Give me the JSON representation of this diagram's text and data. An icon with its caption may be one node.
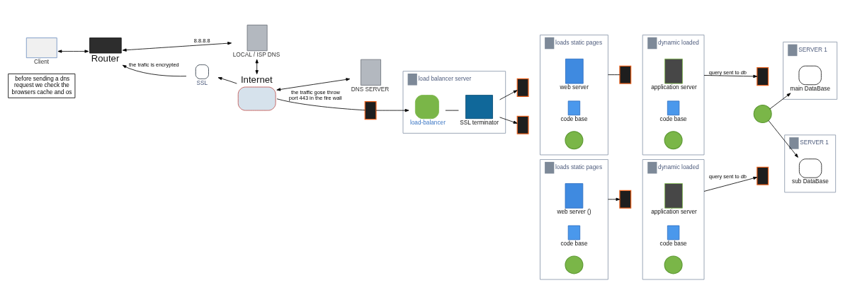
{
  "diagram": {
    "nodes": [
      {
        "text": [
          "before sending a dns request we check the browsers cache and os"
        ]
      },
      {
        "text": [
          "Client"
        ]
      },
      {
        "text": [
          "Router"
        ]
      },
      {
        "text": [
          "LOCAL / ISP DNS"
        ]
      },
      {
        "text": [
          "DNS SERVER"
        ]
      },
      {
        "text": [
          "Internet"
        ]
      },
      {
        "text": [
          "SSL"
        ]
      },
      {
        "text": [
          "load balancer server"
        ]
      },
      {
        "text": [],
        "shape": "box"
      },
      {
        "text": [
          "load-balancer"
        ],
        "in": 7
      },
      {
        "text": [
          "SSL terminator"
        ],
        "in": 7
      },
      {
        "text": [],
        "shape": "box"
      },
      {
        "text": [
          "loads static pages"
        ]
      },
      {
        "text": [
          "web server"
        ],
        "in": 12
      },
      {
        "text": [
          "code base"
        ],
        "in": 12
      },
      {
        "text": [],
        "shape": "circle",
        "in": 12
      },
      {
        "text": [],
        "shape": "box"
      },
      {
        "text": [
          "dynamic loaded"
        ]
      },
      {
        "text": [
          "application server"
        ],
        "in": 17
      },
      {
        "text": [
          "code base"
        ],
        "in": 17
      },
      {
        "text": [],
        "shape": "circle",
        "in": 17
      },
      {
        "text": [],
        "shape": "box"
      },
      {
        "text": [
          "SERVER 1"
        ]
      },
      {
        "text": [
          "main DataBase"
        ],
        "in": 22
      },
      {
        "text": [],
        "shape": "circle"
      },
      {
        "text": [],
        "shape": "box"
      },
      {
        "text": [
          "loads static pages"
        ]
      },
      {
        "text": [
          "web server ()"
        ],
        "in": 26
      },
      {
        "text": [
          "code base"
        ],
        "in": 26
      },
      {
        "text": [],
        "shape": "circle",
        "in": 26
      },
      {
        "text": [],
        "shape": "box"
      },
      {
        "text": [
          "dynamic loaded"
        ]
      },
      {
        "text": [
          "application server"
        ],
        "in": 31
      },
      {
        "text": [
          "code base"
        ],
        "in": 31
      },
      {
        "text": [],
        "shape": "circle",
        "in": 31
      },
      {
        "text": [],
        "shape": "box"
      },
      {
        "text": [
          "SERVER 1"
        ]
      },
      {
        "text": [
          "sub DataBase"
        ],
        "in": 36
      }
    ],
    "edges": [
      {
        "from": 1,
        "to": 2,
        "arrow": "both"
      },
      {
        "from": 2,
        "to": 3,
        "arrow": "both",
        "label": "8.8.8.8"
      },
      {
        "from": 3,
        "to": 5,
        "arrow": "both"
      },
      {
        "from": 5,
        "to": 4,
        "arrow": "both"
      },
      {
        "from": 5,
        "to": 6,
        "arrow": "to"
      },
      {
        "from": 6,
        "to": 2,
        "arrow": "to",
        "label": "the trafic is encrypted"
      },
      {
        "from": 5,
        "to": 8,
        "arrow": "none",
        "label": "the traffic gose throw port 443 in the fire wall"
      },
      {
        "from": 8,
        "to": 9,
        "arrow": "to"
      },
      {
        "from": 9,
        "to": 10,
        "arrow": "none"
      },
      {
        "from": 10,
        "to": 11,
        "arrow": "to"
      },
      {
        "from": 10,
        "to": 25,
        "arrow": "to"
      },
      {
        "from": 12,
        "to": 16,
        "arrow": "none"
      },
      {
        "from": 17,
        "to": 21,
        "arrow": "to",
        "label": "query sent to db"
      },
      {
        "from": 24,
        "to": 23,
        "arrow": "to"
      },
      {
        "from": 24,
        "to": 37,
        "arrow": "to"
      },
      {
        "from": 26,
        "to": 30,
        "arrow": "to"
      },
      {
        "from": 31,
        "to": 35,
        "arrow": "to",
        "label": "query sent to db"
      }
    ]
  }
}
